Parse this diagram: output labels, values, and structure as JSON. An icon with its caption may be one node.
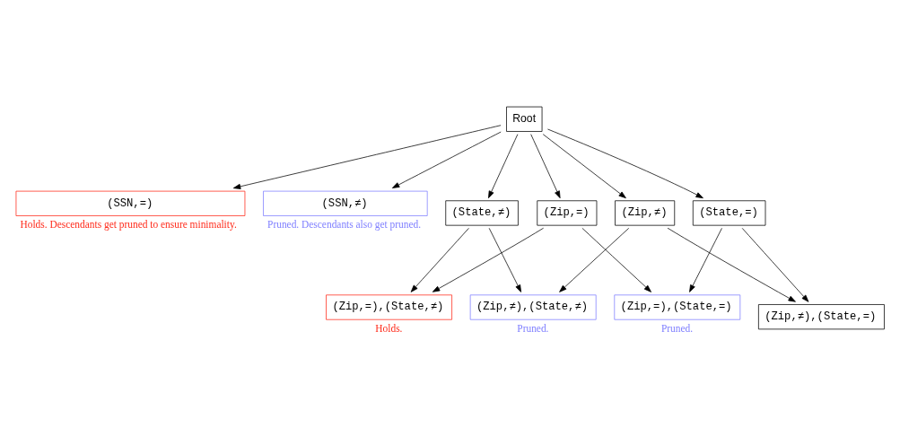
{
  "diagram": {
    "nodes": [
      {
        "text": [
          "Root"
        ]
      },
      {
        "text": [
          "(SSN,=)"
        ],
        "beside": [
          "Holds. Descendants get pruned to ensure minimality."
        ]
      },
      {
        "text": [
          "(SSN,≠)"
        ],
        "beside": [
          "Pruned. Descendants also get pruned."
        ]
      },
      {
        "text": [
          "(Zip,=)"
        ]
      },
      {
        "text": [
          "(Zip,≠)"
        ]
      },
      {
        "text": [
          "(State,=)"
        ]
      },
      {
        "text": [
          "(State,≠)"
        ]
      },
      {
        "text": [
          "(Zip,=),(State,≠)"
        ],
        "beside": [
          "Holds."
        ]
      },
      {
        "text": [
          "(Zip,=),(State,=)"
        ],
        "beside": [
          "Pruned."
        ]
      },
      {
        "text": [
          "(Zip,≠),(State,=)"
        ]
      },
      {
        "text": [
          "(Zip,≠),(State,≠)"
        ],
        "beside": [
          "Pruned."
        ]
      }
    ],
    "edges": [
      {
        "from": 0,
        "to": 1,
        "arrow": "to"
      },
      {
        "from": 0,
        "to": 2,
        "arrow": "to"
      },
      {
        "from": 0,
        "to": 3,
        "arrow": "to"
      },
      {
        "from": 0,
        "to": 4,
        "arrow": "to"
      },
      {
        "from": 0,
        "to": 5,
        "arrow": "to"
      },
      {
        "from": 0,
        "to": 6,
        "arrow": "to"
      },
      {
        "from": 3,
        "to": 7,
        "arrow": "to"
      },
      {
        "from": 3,
        "to": 8,
        "arrow": "to"
      },
      {
        "from": 4,
        "to": 9,
        "arrow": "to"
      },
      {
        "from": 4,
        "to": 10,
        "arrow": "to"
      },
      {
        "from": 5,
        "to": 8,
        "arrow": "to"
      },
      {
        "from": 5,
        "to": 9,
        "arrow": "to"
      },
      {
        "from": 6,
        "to": 7,
        "arrow": "to"
      },
      {
        "from": 6,
        "to": 10,
        "arrow": "to"
      }
    ]
  }
}
